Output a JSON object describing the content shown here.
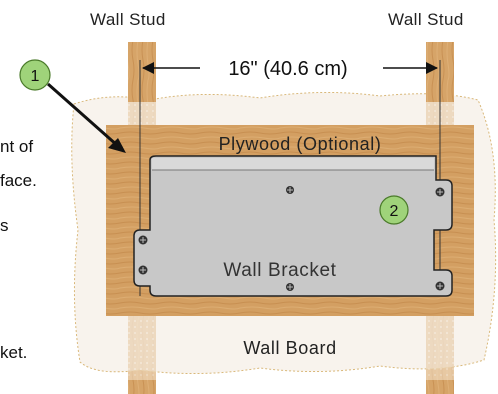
{
  "labels": {
    "stud_left": "Wall Stud",
    "stud_right": "Wall Stud",
    "spacing": "16\" (40.6 cm)",
    "plywood": "Plywood (Optional)",
    "bracket": "Wall Bracket",
    "wall_board": "Wall Board"
  },
  "callouts": [
    "1",
    "2"
  ],
  "left_text_fragments": [
    "nt of",
    "face.",
    "s",
    "ket."
  ],
  "colors": {
    "wood": "#cf9a5c",
    "wood_dark": "#b57a3a",
    "bracket": "#c9c9c9",
    "callout_fill": "#9fd37a",
    "outline": "#d9b87a"
  }
}
